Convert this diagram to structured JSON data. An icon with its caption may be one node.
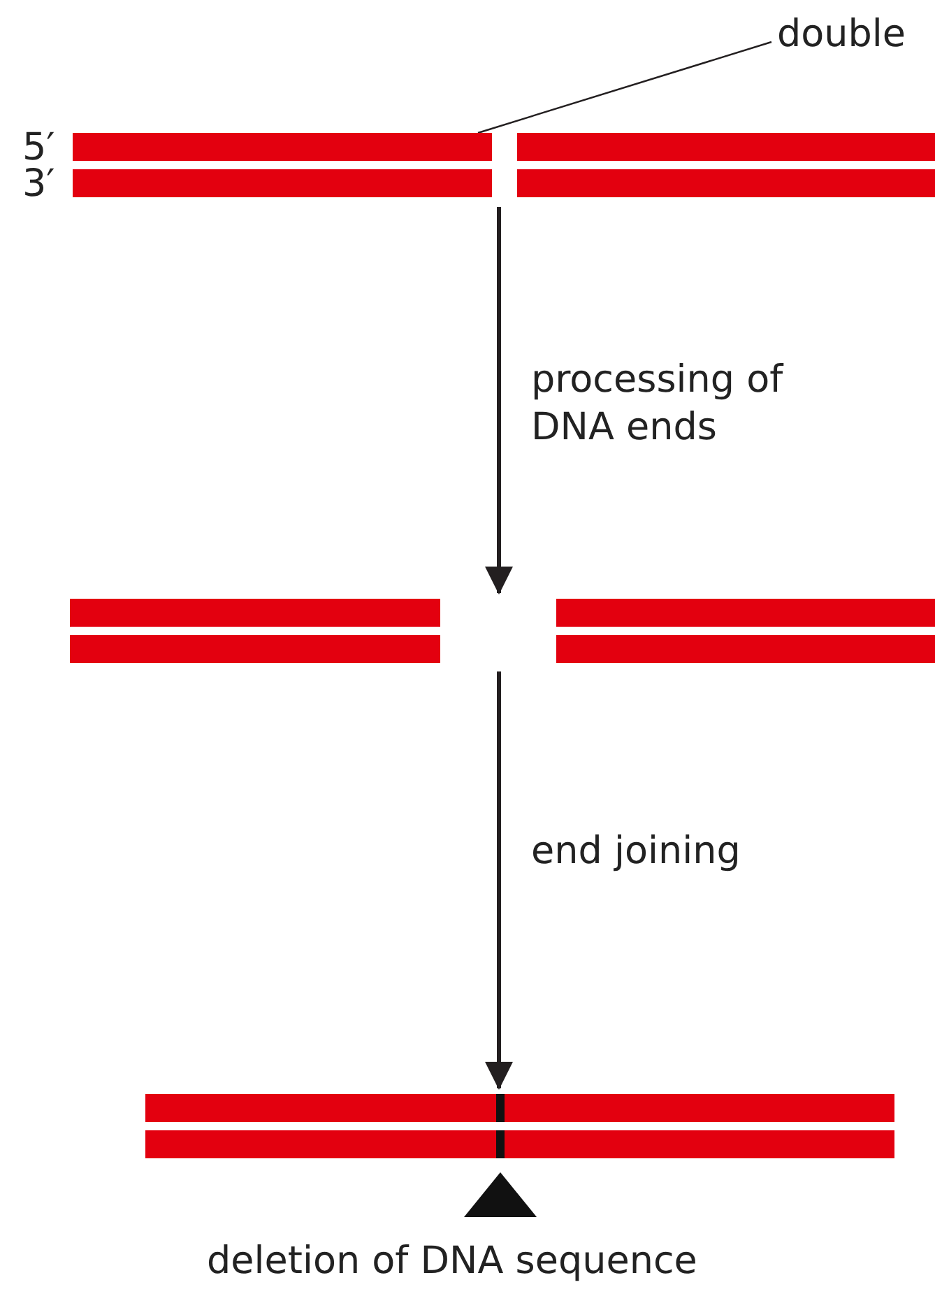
{
  "diagram": {
    "nodes": [
      {
        "text": [
          "double"
        ]
      },
      {
        "text": [],
        "shape": "picture",
        "beside": [
          "5′",
          "3′"
        ]
      },
      {
        "text": [],
        "shape": "picture"
      },
      {
        "text": [],
        "shape": "picture"
      }
    ],
    "edges": [
      {
        "from": 0,
        "to": 1,
        "arrow": "none"
      },
      {
        "from": 1,
        "to": 2,
        "arrow": "to",
        "label": "processing of DNA ends"
      },
      {
        "from": 2,
        "to": 3,
        "arrow": "to",
        "label": "end joining"
      }
    ],
    "labels": [
      "deletion of DNA sequence"
    ]
  }
}
